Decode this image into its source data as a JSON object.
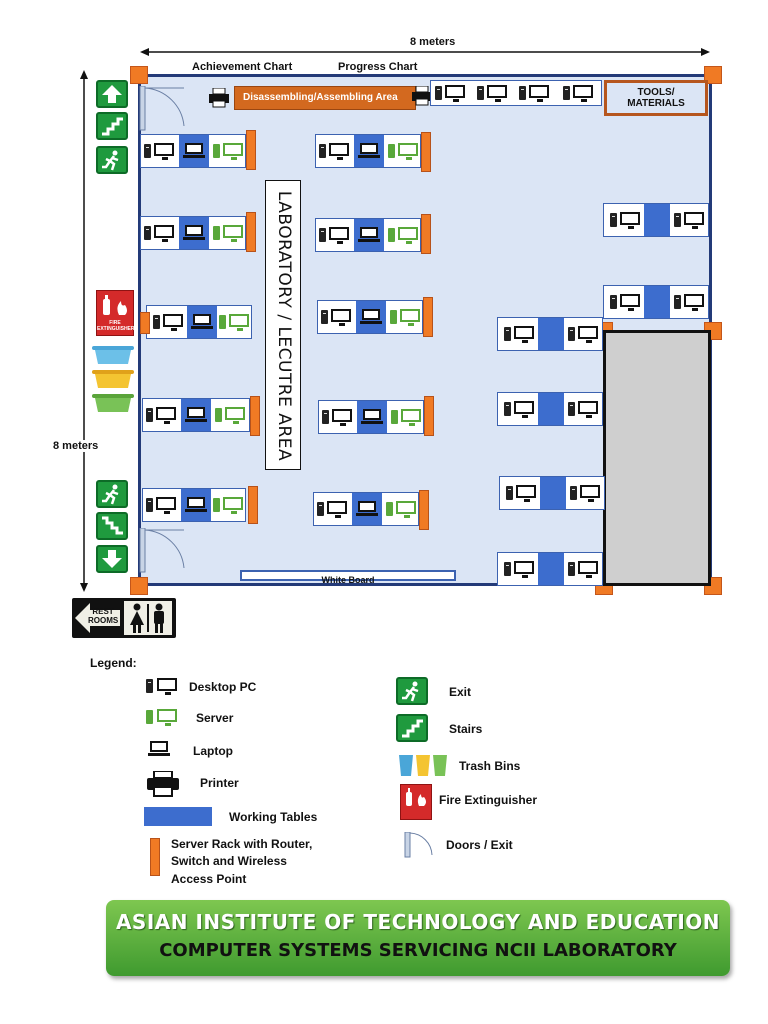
{
  "dimensions": {
    "width_label": "8 meters",
    "height_label": "8 meters"
  },
  "wall_labels": {
    "achievement_chart": "Achievement Chart",
    "progress_chart": "Progress Chart"
  },
  "areas": {
    "disassembling": "Disassembling/Assembling Area",
    "tools_materials": [
      "TOOLS/",
      "MATERIALS"
    ],
    "lab_lecture": "LABORATORY / LECUTRE AREA",
    "white_board": "White Board"
  },
  "signs": {
    "fire_extinguisher": [
      "FIRE",
      "EXTINGUISHER"
    ],
    "rest_rooms": [
      "REST",
      "ROOMS"
    ]
  },
  "legend": {
    "title": "Legend:",
    "items": {
      "desktop_pc": "Desktop PC",
      "server": "Server",
      "laptop": "Laptop",
      "printer": "Printer",
      "working_tables": "Working Tables",
      "server_rack": [
        "Server Rack with Router,",
        "Switch and Wireless",
        "Access Point"
      ],
      "exit": "Exit",
      "stairs": "Stairs",
      "trash_bins": "Trash Bins",
      "fire_extinguisher": "Fire Extinguisher",
      "doors_exit": "Doors / Exit"
    }
  },
  "banner": {
    "institute": "ASIAN INSTITUTE OF TECHNOLOGY AND EDUCATION",
    "lab": "COMPUTER SYSTEMS SERVICING NCII LABORATORY"
  },
  "colors": {
    "room_fill": "#dbe5f5",
    "room_border": "#233a78",
    "table_blue": "#3d6dce",
    "rack_orange": "#f07a24",
    "server_green": "#59a83a",
    "sign_green": "#1f9a3e",
    "banner_green": "#5fb33f",
    "disassembling_fill": "#d3691f"
  },
  "icons": {
    "exit": "running-man-icon",
    "stairs": "stairs-icon",
    "up": "arrow-up-icon",
    "down": "arrow-down-icon",
    "desktop": "desktop-pc-icon",
    "server": "server-icon",
    "laptop": "laptop-icon",
    "printer": "printer-icon",
    "trash": "trash-bin-icon",
    "extinguisher": "fire-extinguisher-icon",
    "door": "door-icon",
    "restroom": "restroom-icon"
  }
}
